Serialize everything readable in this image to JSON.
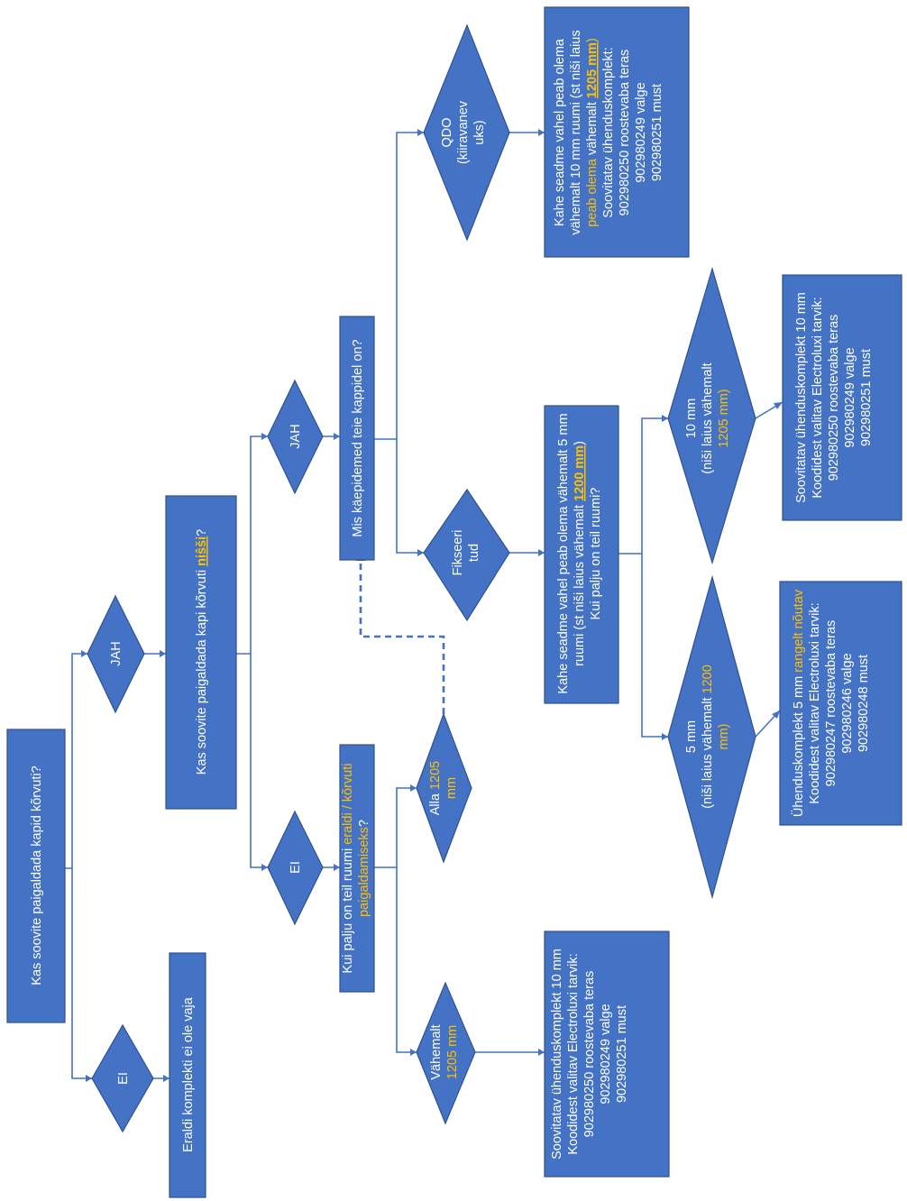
{
  "colors": {
    "fill": "#4472C4",
    "stroke": "#2F528F",
    "highlight": "#FFC000",
    "text": "#FFFFFF"
  },
  "q_start": "Kas soovite paigaldada kapid kõrvuti?",
  "d_ei_top": "EI",
  "r_eraldi": "Eraldi komplekti ei ole vaja",
  "d_jah_top": "JAH",
  "q_nissi": {
    "before": "Kas soovite paigaldada kapi kõrvuti ",
    "hl": "niŝši",
    "after": "?"
  },
  "d_jah_mid": "JAH",
  "d_ei_mid": "EI",
  "q_kaepidemed": "Mis käepidemed teie kappidel on?",
  "q_ruumi": {
    "l1": "Kui palju on teil ruumi ",
    "l1_hl": "eraldi / kõrvuti",
    "l2_hl": "paigaldamiseks",
    "l2_after": "?"
  },
  "d_alla": {
    "l1_a": "Alla ",
    "l1_b": "1205",
    "l2": "mm"
  },
  "d_vahemalt": {
    "l1": "Vähemalt",
    "l2": "1205 mm"
  },
  "r_left": [
    "Soovitatav ühenduskomplekt 10 mm",
    "Koodidest valitav Electroluxi tarvik:",
    "902980250 roostevaba teras",
    "902980249 valge",
    "902980251  must"
  ],
  "d_qdo": [
    "QDO",
    "(kiiravanev",
    "uks)"
  ],
  "r_qdo": {
    "l1": "Kahe seadme vahel peab olema",
    "l2": "vähemalt 10 mm ruumi (st niši laius",
    "l3_hl": "peab olema",
    "l3_a": " vähemalt ",
    "l3_b": "1205 mm",
    "l3_c": ")",
    "l4": "Soovitatav ühenduskomplekt:",
    "l5": "902980250 roostevaba teras",
    "l6": "902980249 valge",
    "l7": "902980251 must"
  },
  "d_fikseeri": [
    "Fikseeri",
    "tud"
  ],
  "r_fikseeri": {
    "l1": "Kahe seadme vahel peab olema vähemalt 5 mm",
    "l2_a": "ruumi (st niši laius vähemalt ",
    "l2_b": "1200 mm",
    "l2_c": ")",
    "l3": "Kui palju on teil ruumi?"
  },
  "d_10mm": {
    "l1": "10 mm",
    "l2": "(niši laius vähemalt",
    "l3": "1205 mm)"
  },
  "d_5mm": {
    "l1": "5 mm",
    "l2_a": "(niši laius vähemalt ",
    "l2_b": "1200",
    "l3": "mm)"
  },
  "r_10mm": [
    "Soovitatav ühenduskomplekt 10 mm",
    "Koodidest valitav Electroluxi tarvik:",
    "902980250 roostevaba teras",
    "902980249 valge",
    "902980251  must"
  ],
  "r_5mm": {
    "l1_a": "Ühenduskomplekt 5 mm ",
    "l1_b": "rangelt nõutav",
    "l2": "Koodidest valitav Electroluxi tarvik:",
    "l3": "902980247 roostevaba teras",
    "l4": "902980246  valge",
    "l5": "902980248  must"
  }
}
